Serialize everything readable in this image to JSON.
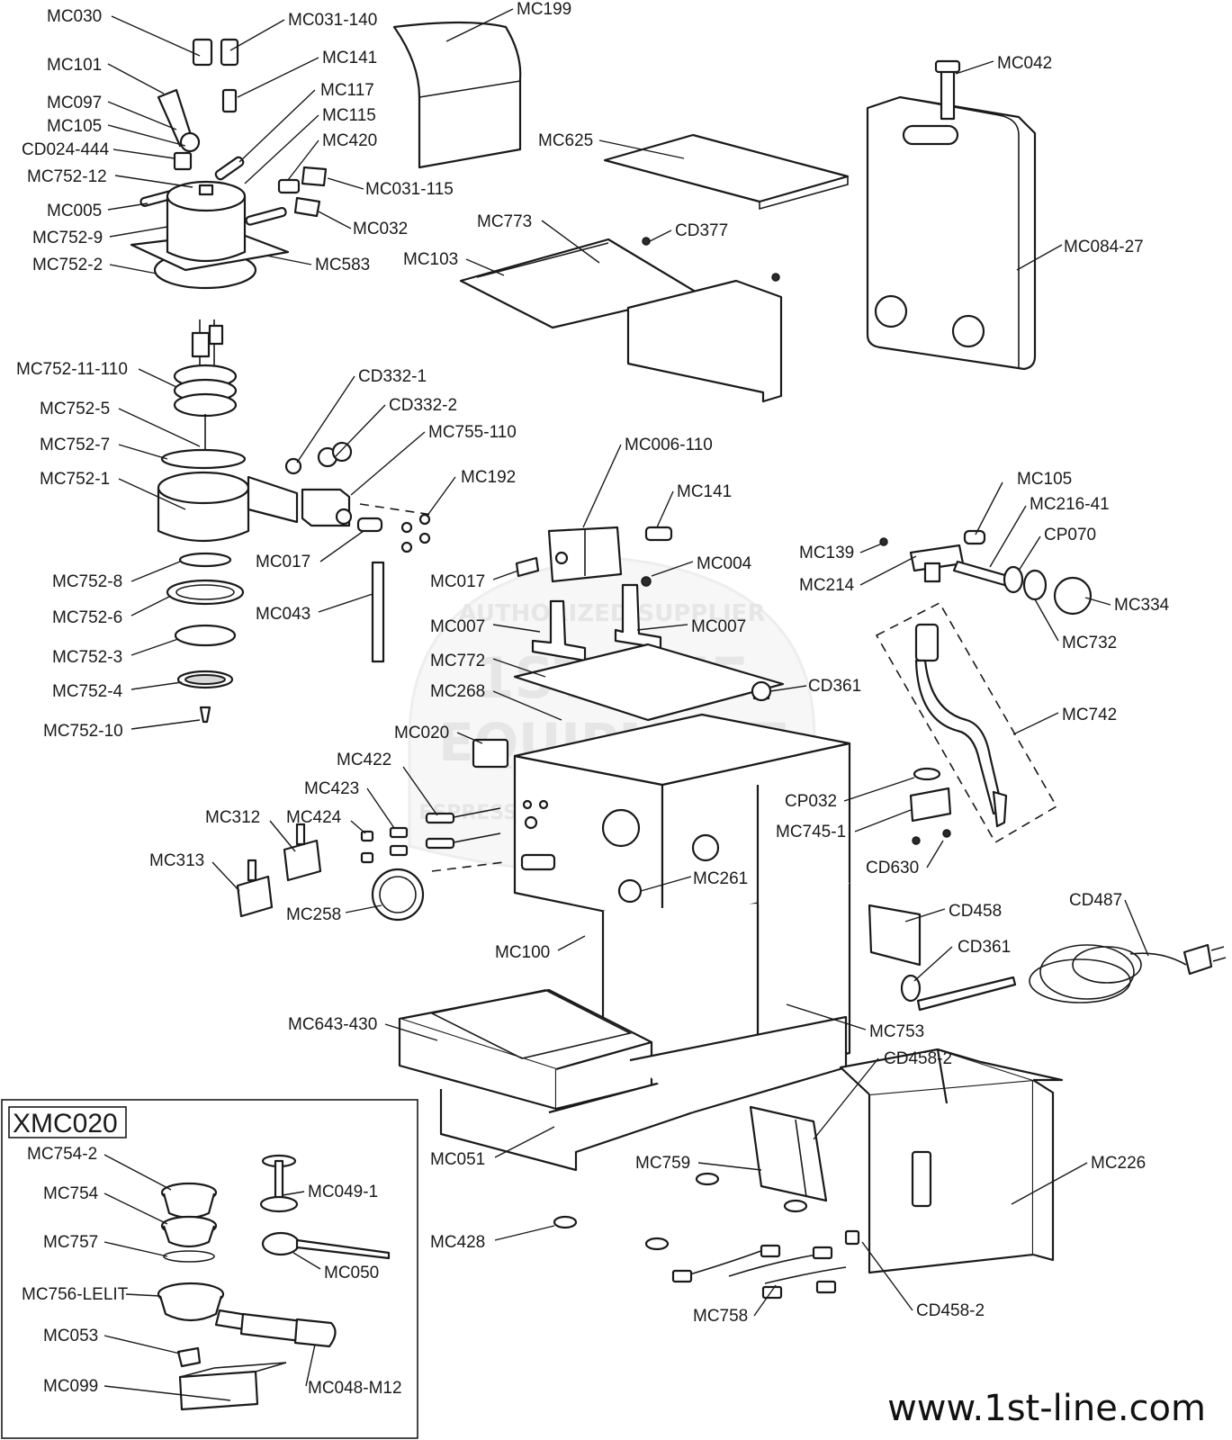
{
  "website": "www.1st-line.com",
  "watermark": {
    "arc_text": "AUTHORIZED SUPPLIER",
    "brand_line_1": "1ST-LINE",
    "brand_line_2": "EQUIPMENT",
    "tagline": "ESPRESSO MACHINES & GRINDERS"
  },
  "kit": {
    "title": "XMC020",
    "labels": [
      "MC754-2",
      "MC754",
      "MC757",
      "MC756-LELIT",
      "MC053",
      "MC099",
      "MC049-1",
      "MC050",
      "MC048-M12"
    ]
  },
  "part_labels": [
    "MC030",
    "MC031-140",
    "MC101",
    "MC141",
    "MC097",
    "MC117",
    "MC105",
    "MC115",
    "CD024-444",
    "MC420",
    "MC752-12",
    "MC031-115",
    "MC005",
    "MC032",
    "MC752-9",
    "MC752-2",
    "MC583",
    "MC199",
    "MC625",
    "MC773",
    "CD377",
    "MC103",
    "MC042",
    "MC084-27",
    "MC752-11-110",
    "CD332-1",
    "CD332-2",
    "MC752-5",
    "MC755-110",
    "MC752-7",
    "MC752-1",
    "MC192",
    "MC006-110",
    "MC141",
    "MC017",
    "MC752-8",
    "MC043",
    "MC017",
    "MC004",
    "MC752-6",
    "MC007",
    "MC007",
    "MC752-3",
    "MC772",
    "MC752-4",
    "MC268",
    "MC752-10",
    "MC020",
    "MC105",
    "MC216-41",
    "CP070",
    "MC139",
    "MC214",
    "MC334",
    "MC732",
    "CD361",
    "MC742",
    "MC422",
    "MC423",
    "MC312",
    "MC424",
    "MC313",
    "CP032",
    "MC745-1",
    "CD630",
    "MC261",
    "MC258",
    "CD458",
    "CD487",
    "CD361",
    "MC100",
    "MC643-430",
    "MC753",
    "CD458-2",
    "MC226",
    "MC051",
    "MC759",
    "MC428",
    "MC758",
    "CD458-2"
  ]
}
